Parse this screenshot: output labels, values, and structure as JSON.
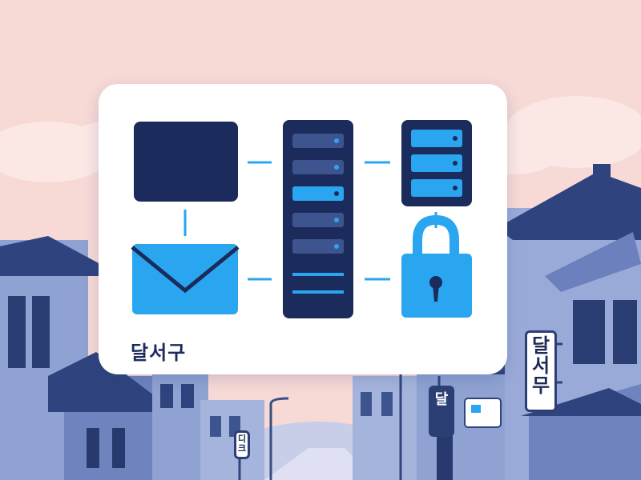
{
  "card": {
    "label": "달서구",
    "icons": [
      "monitor-icon",
      "server-rack-icon",
      "database-icon",
      "email-icon",
      "lock-icon"
    ]
  },
  "signs": {
    "right": "달서무",
    "middle": "달",
    "left": "디크"
  },
  "colors": {
    "sky": "#f7d9d6",
    "navy": "#1a2b5c",
    "accent_blue": "#2aa6f0",
    "building_blue": "#7d92c8",
    "card_bg": "#ffffff"
  }
}
